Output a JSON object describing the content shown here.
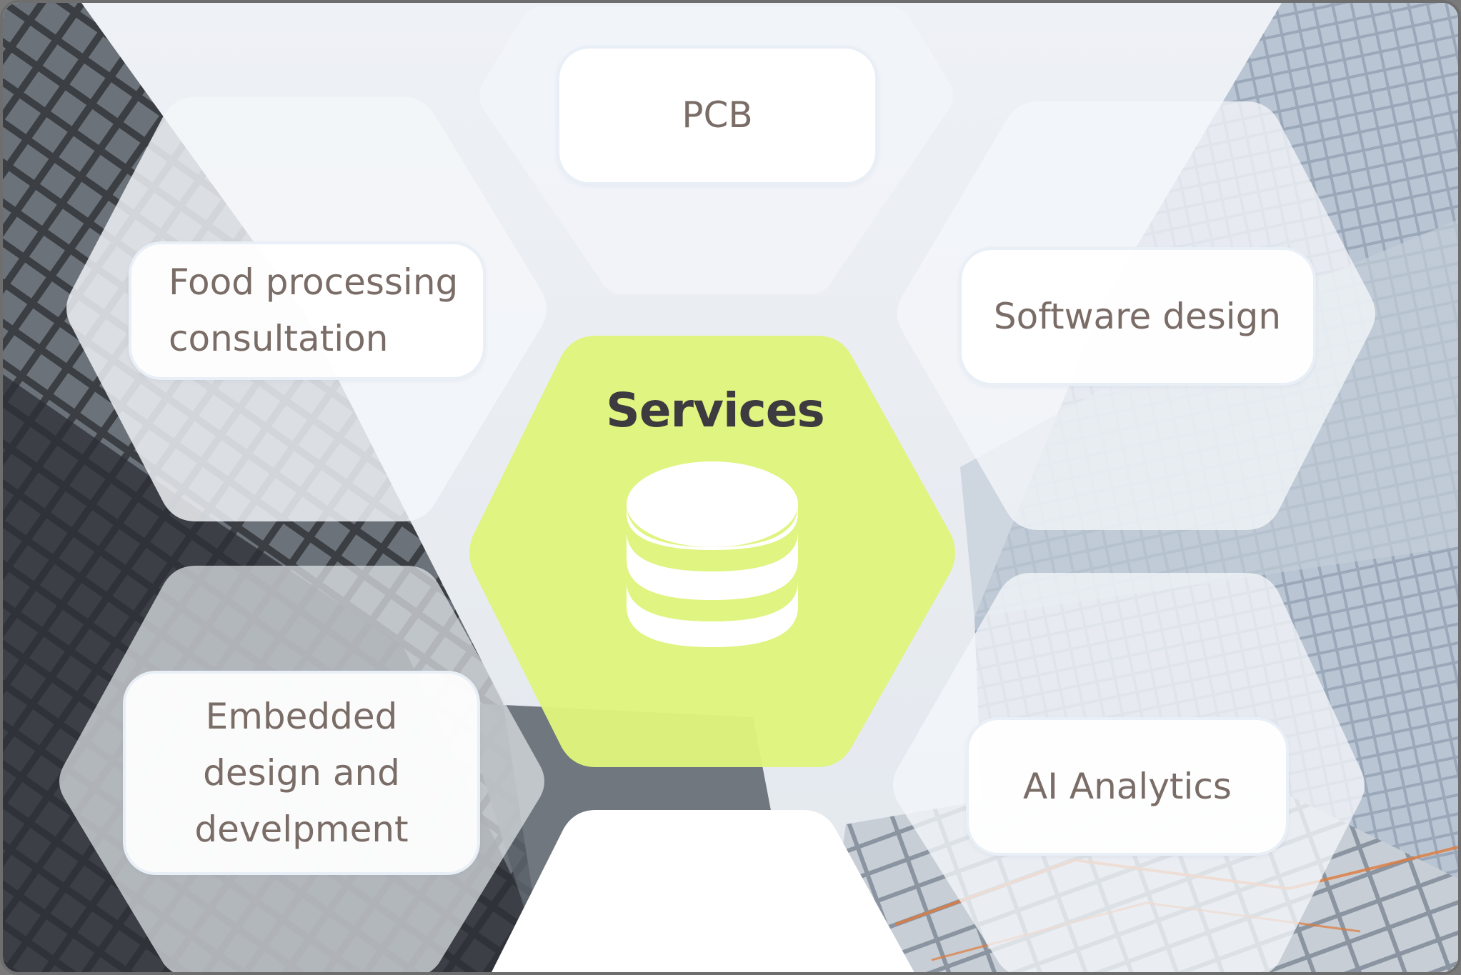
{
  "diagram": {
    "center": {
      "title": "Services",
      "icon": "database-icon",
      "color": "#dff47c"
    },
    "services": [
      {
        "id": "pcb",
        "label": "PCB"
      },
      {
        "id": "food",
        "label": "Food processing\nconsultation"
      },
      {
        "id": "software",
        "label": "Software design"
      },
      {
        "id": "embedded",
        "label": "Embedded\ndesign and\ndevelpment"
      },
      {
        "id": "ai",
        "label": "AI Analytics"
      }
    ],
    "colors": {
      "accent": "#dff47c",
      "label_text": "#7a6c66",
      "title_text": "#3d3b3f"
    }
  }
}
